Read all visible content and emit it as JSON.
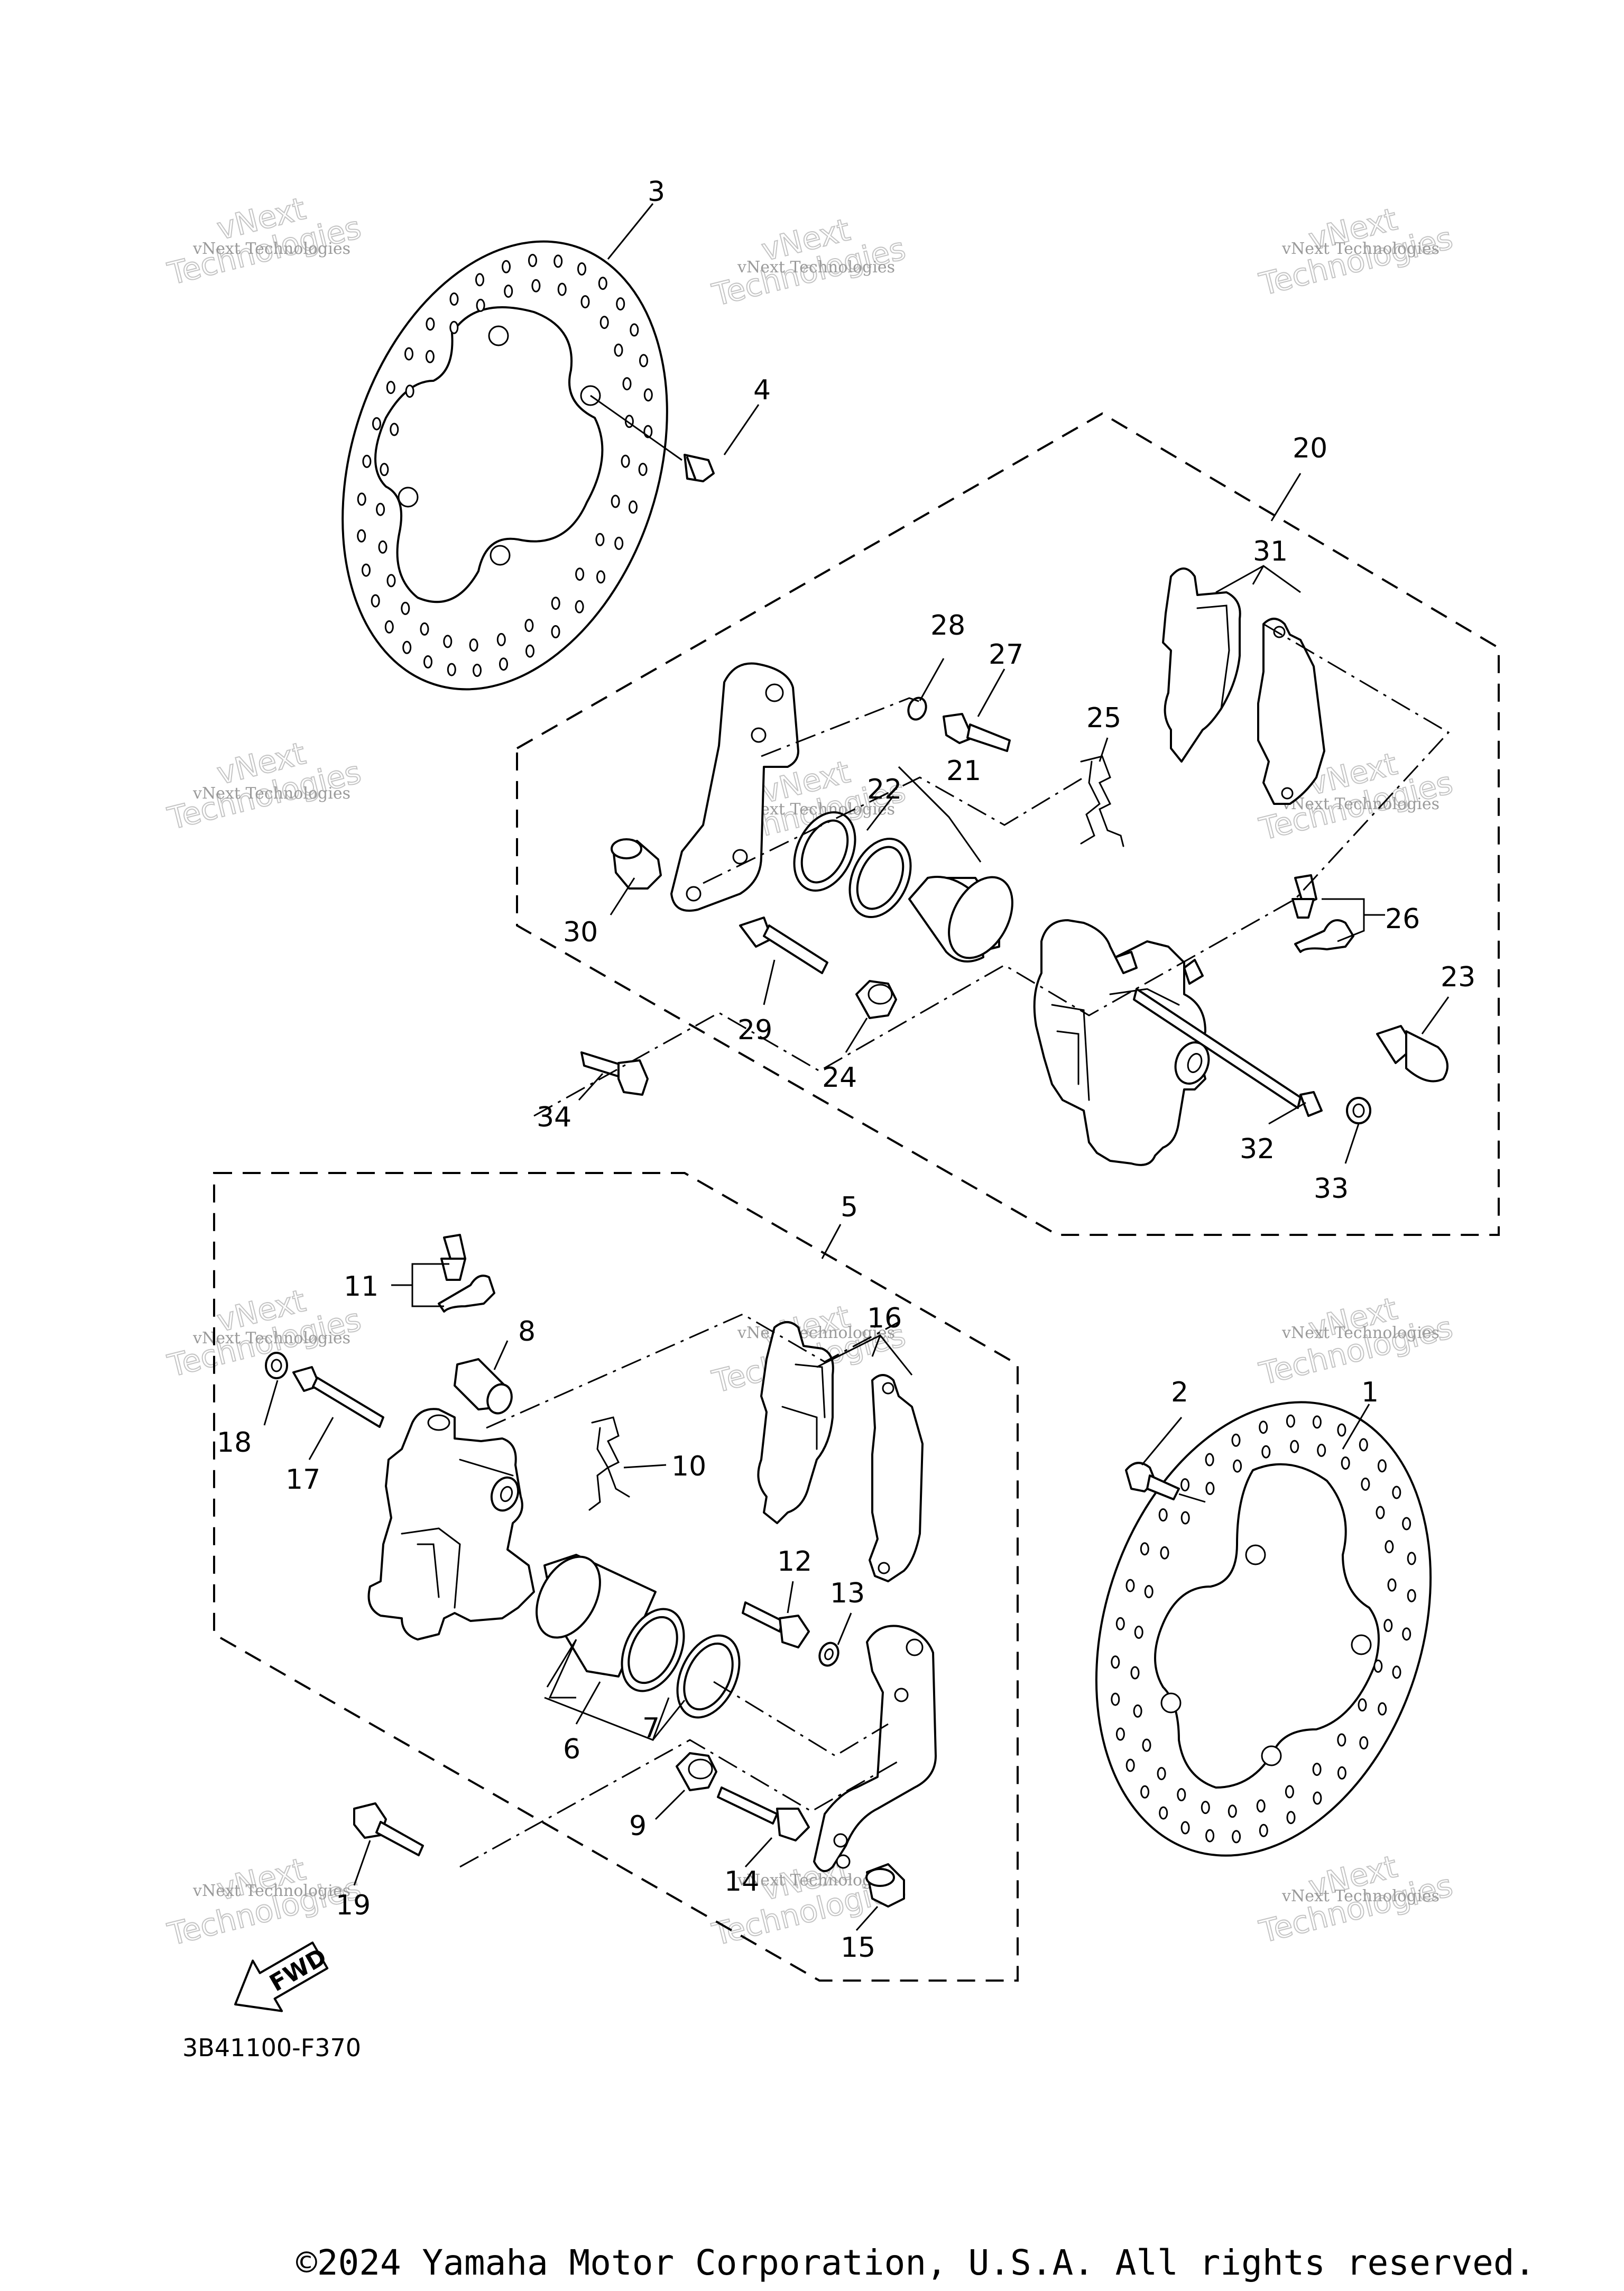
{
  "diagram": {
    "drawing_code": "3B41100-F370",
    "fwd_label": "FWD",
    "callouts": [
      "1",
      "2",
      "3",
      "4",
      "5",
      "6",
      "7",
      "8",
      "9",
      "10",
      "11",
      "12",
      "13",
      "14",
      "15",
      "16",
      "17",
      "18",
      "19",
      "20",
      "21",
      "22",
      "23",
      "24",
      "25",
      "26",
      "27",
      "28",
      "29",
      "30",
      "31",
      "32",
      "33",
      "34"
    ]
  },
  "watermark": {
    "line1": "vNext Technologies",
    "line2": "Technologies",
    "line3": "vNext"
  },
  "footer": {
    "copyright": "©2024 Yamaha Motor Corporation, U.S.A. All rights reserved."
  }
}
